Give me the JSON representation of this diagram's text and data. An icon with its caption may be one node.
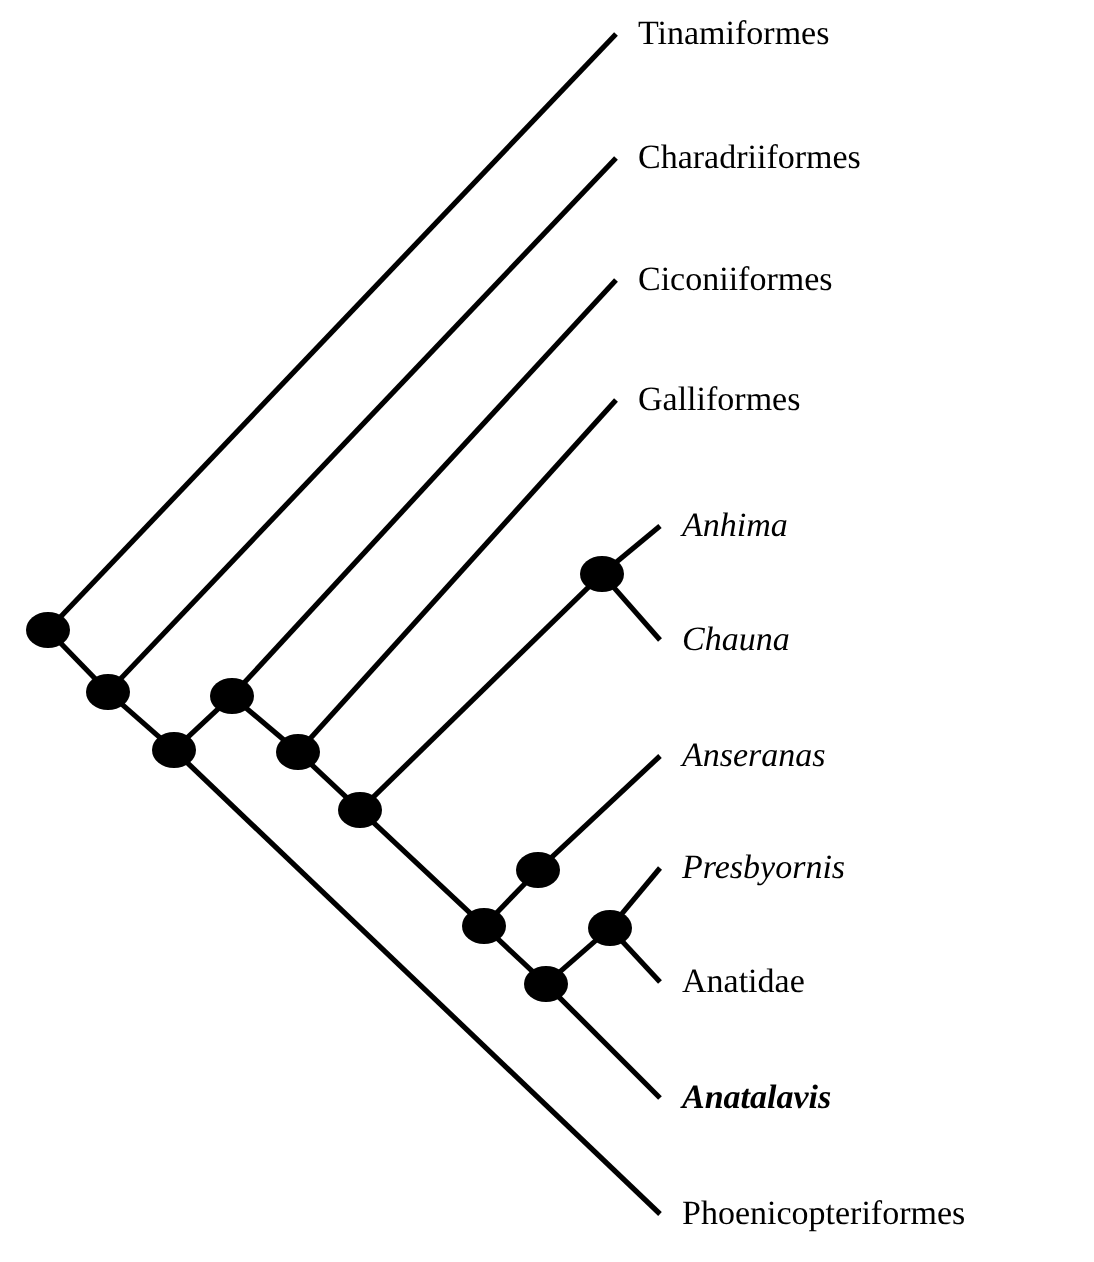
{
  "diagram": {
    "nodes": [
      {
        "text": [
          "Tinamiformes"
        ]
      },
      {
        "text": [
          "Charadriiformes"
        ]
      },
      {
        "text": [
          "Ciconiiformes"
        ]
      },
      {
        "text": [
          "Galliformes"
        ]
      },
      {
        "text": [
          "Anhima"
        ]
      },
      {
        "text": [
          "Chauna"
        ]
      },
      {
        "text": [
          "Anseranas"
        ]
      },
      {
        "text": [
          "Presbyornis"
        ]
      },
      {
        "text": [
          "Anatidae"
        ]
      },
      {
        "text": [
          "Anatalavis"
        ]
      },
      {
        "text": [
          "Phoenicopteriformes"
        ]
      },
      {
        "text": [],
        "shape": "circle"
      },
      {
        "text": [],
        "shape": "circle"
      },
      {
        "text": [],
        "shape": "circle"
      },
      {
        "text": [],
        "shape": "circle"
      },
      {
        "text": [],
        "shape": "circle"
      },
      {
        "text": [],
        "shape": "circle"
      },
      {
        "text": [],
        "shape": "circle"
      },
      {
        "text": [],
        "shape": "circle"
      },
      {
        "text": [],
        "shape": "circle"
      },
      {
        "text": [],
        "shape": "circle"
      },
      {
        "text": [],
        "shape": "circle"
      }
    ],
    "edges": [
      {
        "from": 11,
        "to": 0,
        "arrow": "none"
      },
      {
        "from": 11,
        "to": 12,
        "arrow": "none"
      },
      {
        "from": 12,
        "to": 1,
        "arrow": "none"
      },
      {
        "from": 12,
        "to": 13,
        "arrow": "none"
      },
      {
        "from": 13,
        "to": 14,
        "arrow": "none"
      },
      {
        "from": 13,
        "to": 10,
        "arrow": "none"
      },
      {
        "from": 14,
        "to": 2,
        "arrow": "none"
      },
      {
        "from": 14,
        "to": 15,
        "arrow": "none"
      },
      {
        "from": 15,
        "to": 3,
        "arrow": "none"
      },
      {
        "from": 15,
        "to": 16,
        "arrow": "none"
      },
      {
        "from": 16,
        "to": 20,
        "arrow": "none"
      },
      {
        "from": 16,
        "to": 17,
        "arrow": "none"
      },
      {
        "from": 20,
        "to": 4,
        "arrow": "none"
      },
      {
        "from": 20,
        "to": 5,
        "arrow": "none"
      },
      {
        "from": 17,
        "to": 18,
        "arrow": "none"
      },
      {
        "from": 17,
        "to": 19,
        "arrow": "none"
      },
      {
        "from": 18,
        "to": 6,
        "arrow": "none"
      },
      {
        "from": 19,
        "to": 21,
        "arrow": "none"
      },
      {
        "from": 19,
        "to": 9,
        "arrow": "none"
      },
      {
        "from": 21,
        "to": 7,
        "arrow": "none"
      },
      {
        "from": 21,
        "to": 8,
        "arrow": "none"
      }
    ]
  }
}
